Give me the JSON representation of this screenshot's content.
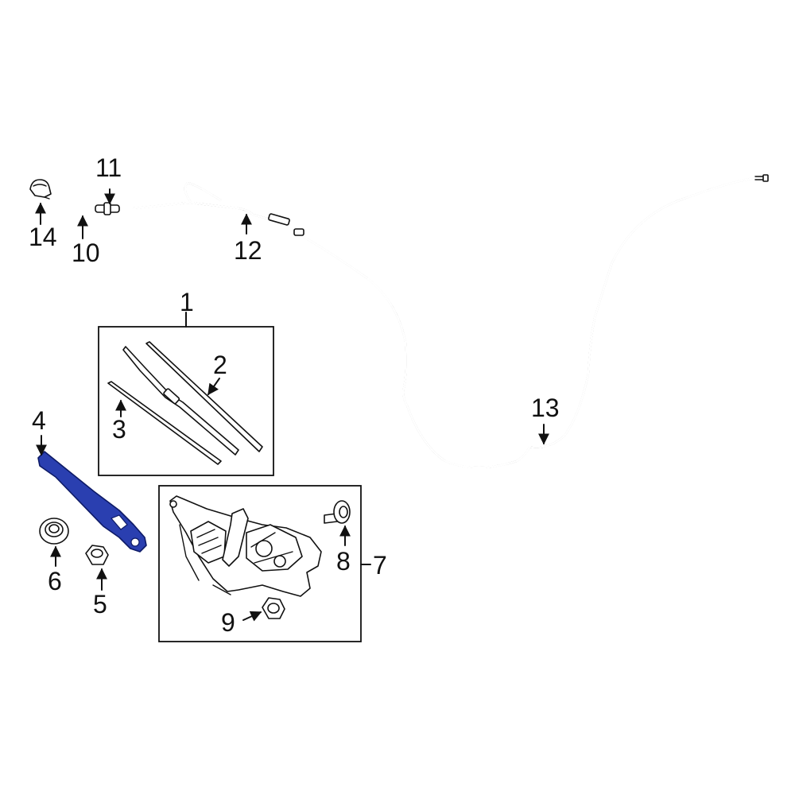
{
  "diagram": {
    "highlight_color": "#2a3fb0",
    "line_color": "#111111",
    "callouts": [
      {
        "id": "1",
        "label": "1"
      },
      {
        "id": "2",
        "label": "2"
      },
      {
        "id": "3",
        "label": "3"
      },
      {
        "id": "4",
        "label": "4"
      },
      {
        "id": "5",
        "label": "5"
      },
      {
        "id": "6",
        "label": "6"
      },
      {
        "id": "7",
        "label": "7"
      },
      {
        "id": "8",
        "label": "8"
      },
      {
        "id": "9",
        "label": "9"
      },
      {
        "id": "10",
        "label": "10"
      },
      {
        "id": "11",
        "label": "11"
      },
      {
        "id": "12",
        "label": "12"
      },
      {
        "id": "13",
        "label": "13"
      },
      {
        "id": "14",
        "label": "14"
      }
    ],
    "highlighted_part": "4"
  }
}
